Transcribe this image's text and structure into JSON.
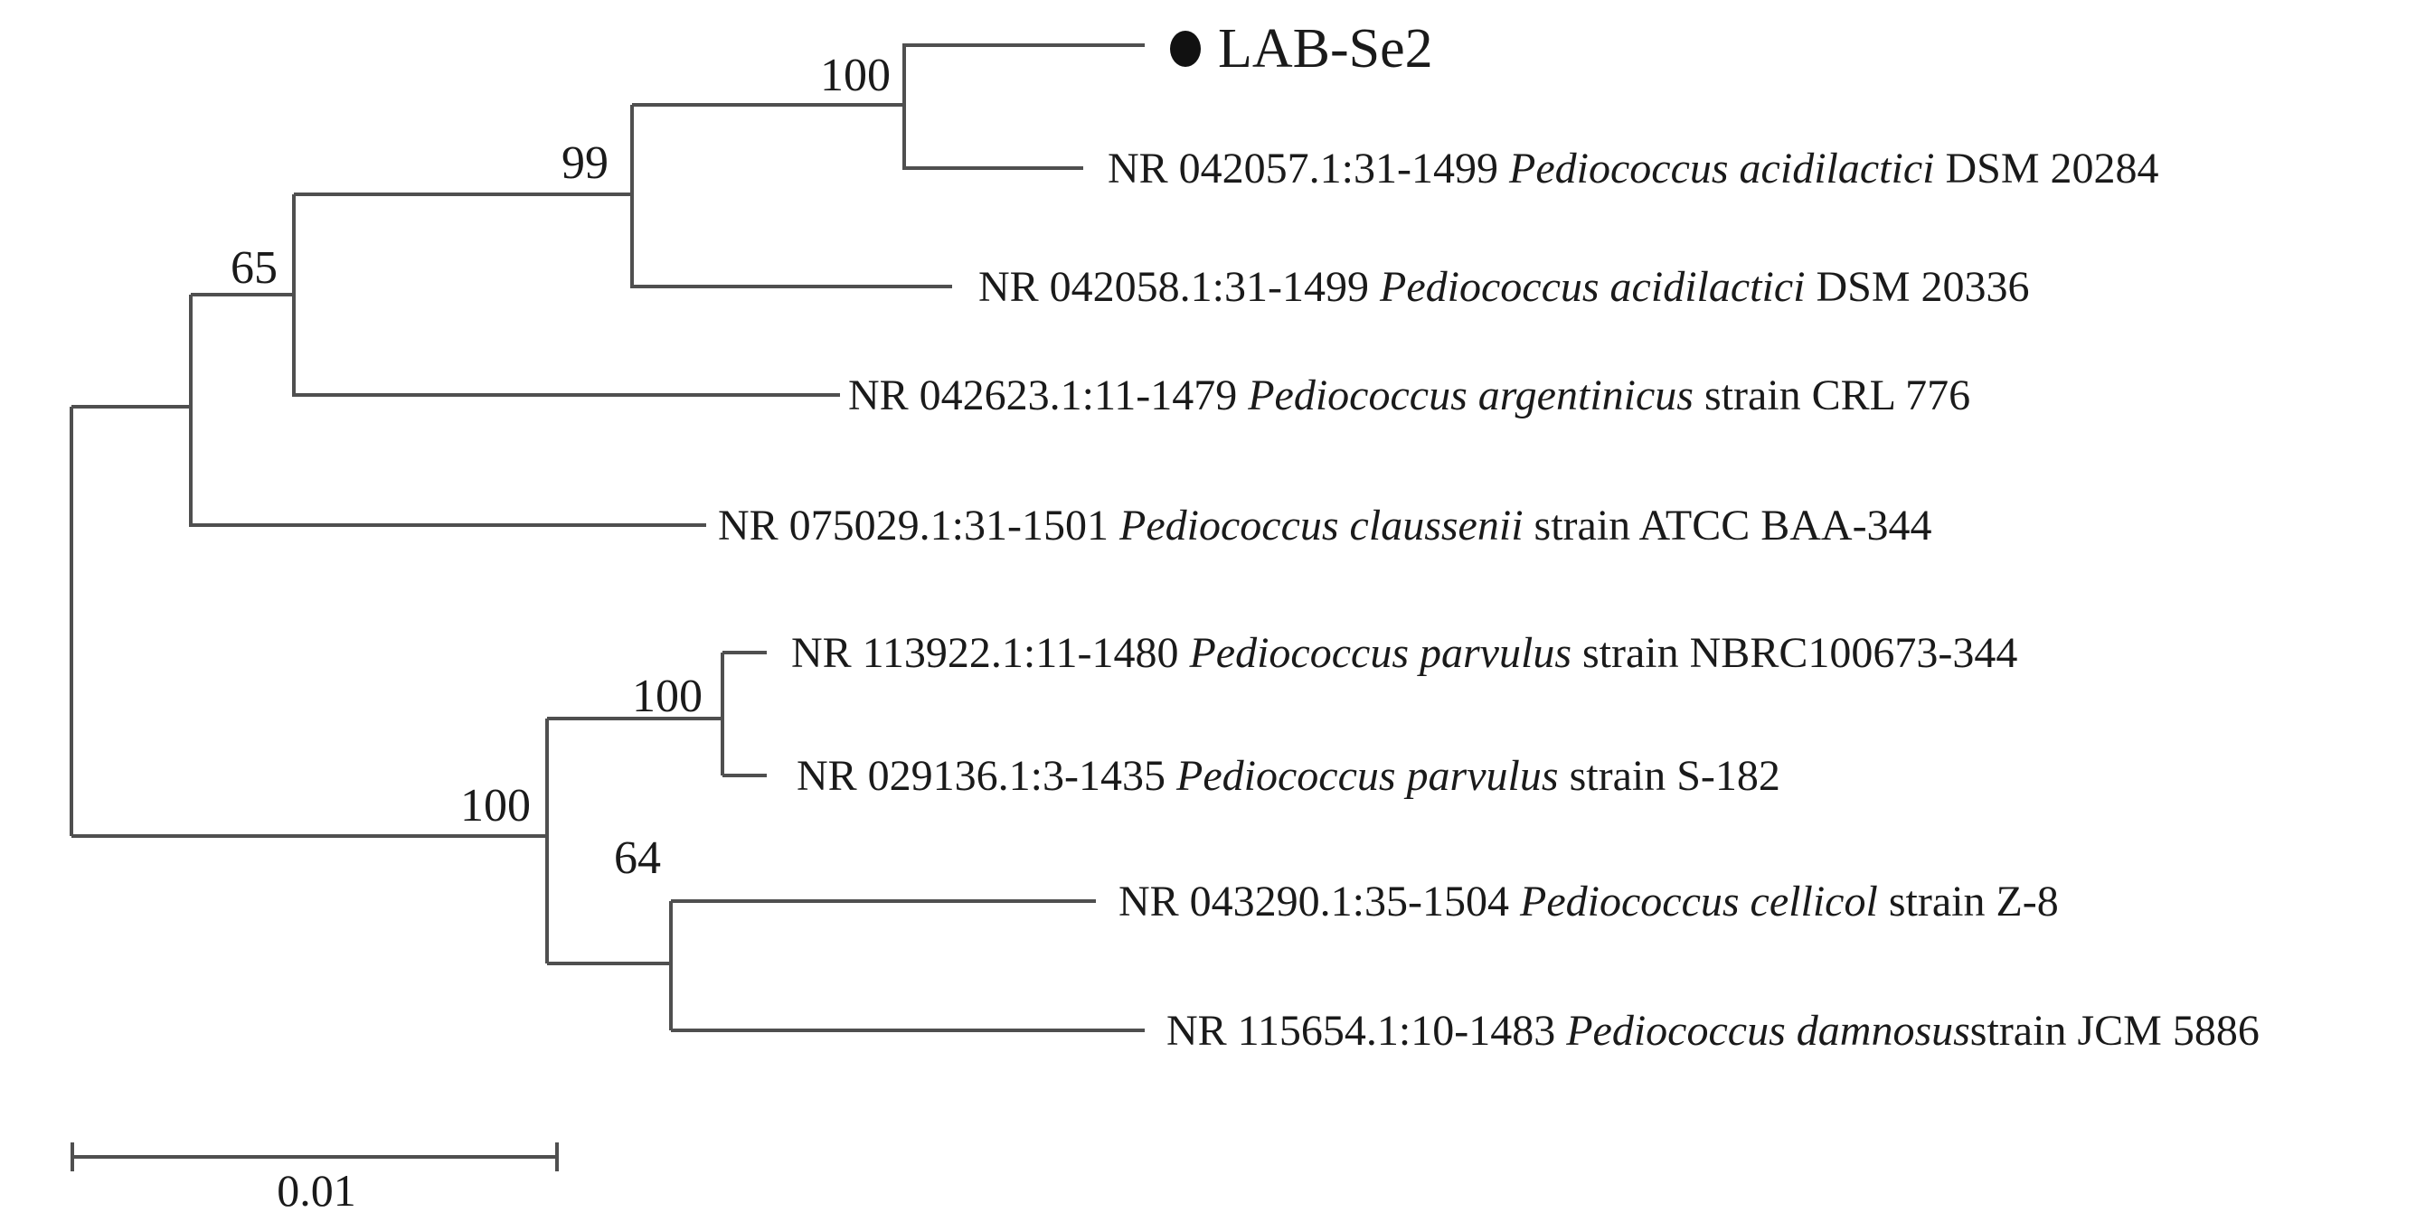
{
  "figure": {
    "type": "phylogenetic-tree",
    "description": "Neighbor-joining phylogenetic tree of Pediococcus 16S rRNA sequences with bootstrap values; isolate LAB-Se2 marked with a filled circle",
    "colors": {
      "branch": "#4f4f4f",
      "text": "#1a1a1a",
      "marker": "#111111"
    },
    "marker": "filled-circle",
    "taxa": [
      {
        "pre": "LAB-Se2",
        "sp": "",
        "post": "",
        "highlighted": true
      },
      {
        "pre": "NR 042057.1:31-1499 ",
        "sp": "Pediococcus acidilactici",
        "post": " DSM 20284",
        "highlighted": false
      },
      {
        "pre": "NR 042058.1:31-1499 ",
        "sp": "Pediococcus acidilactici",
        "post": " DSM 20336",
        "highlighted": false
      },
      {
        "pre": "NR 042623.1:11-1479 ",
        "sp": "Pediococcus argentinicus",
        "post": " strain CRL 776",
        "highlighted": false
      },
      {
        "pre": "NR 075029.1:31-1501 ",
        "sp": "Pediococcus claussenii",
        "post": " strain ATCC BAA-344",
        "highlighted": false
      },
      {
        "pre": "NR 113922.1:11-1480 ",
        "sp": "Pediococcus parvulus",
        "post": " strain NBRC100673-344",
        "highlighted": false
      },
      {
        "pre": "NR 029136.1:3-1435 ",
        "sp": "Pediococcus parvulus",
        "post": " strain S-182",
        "highlighted": false
      },
      {
        "pre": "NR 043290.1:35-1504 ",
        "sp": "Pediococcus cellicol",
        "post": " strain Z-8",
        "highlighted": false
      },
      {
        "pre": "NR 115654.1:10-1483 ",
        "sp": "Pediococcus damnosus",
        "post": "strain JCM 5886",
        "highlighted": false
      }
    ],
    "bootstraps": [
      {
        "node": "lab-se2-acidilactici-20284",
        "value": "100"
      },
      {
        "node": "acidilactici-clade",
        "value": "99"
      },
      {
        "node": "upper-clade",
        "value": "65"
      },
      {
        "node": "parvulus-pair",
        "value": "100"
      },
      {
        "node": "lower-clade",
        "value": "100"
      },
      {
        "node": "cellicol-damnosus-pair",
        "value": "64"
      }
    ],
    "scale_bar": {
      "label": "0.01"
    },
    "topology_newick": "(((((LAB-Se2,NR 042057.1)100,NR 042058.1)99,NR 042623.1)65,NR 075029.1),((NR 113922.1,NR 029136.1)100,(NR 043290.1,NR 115654.1)64)100);"
  }
}
